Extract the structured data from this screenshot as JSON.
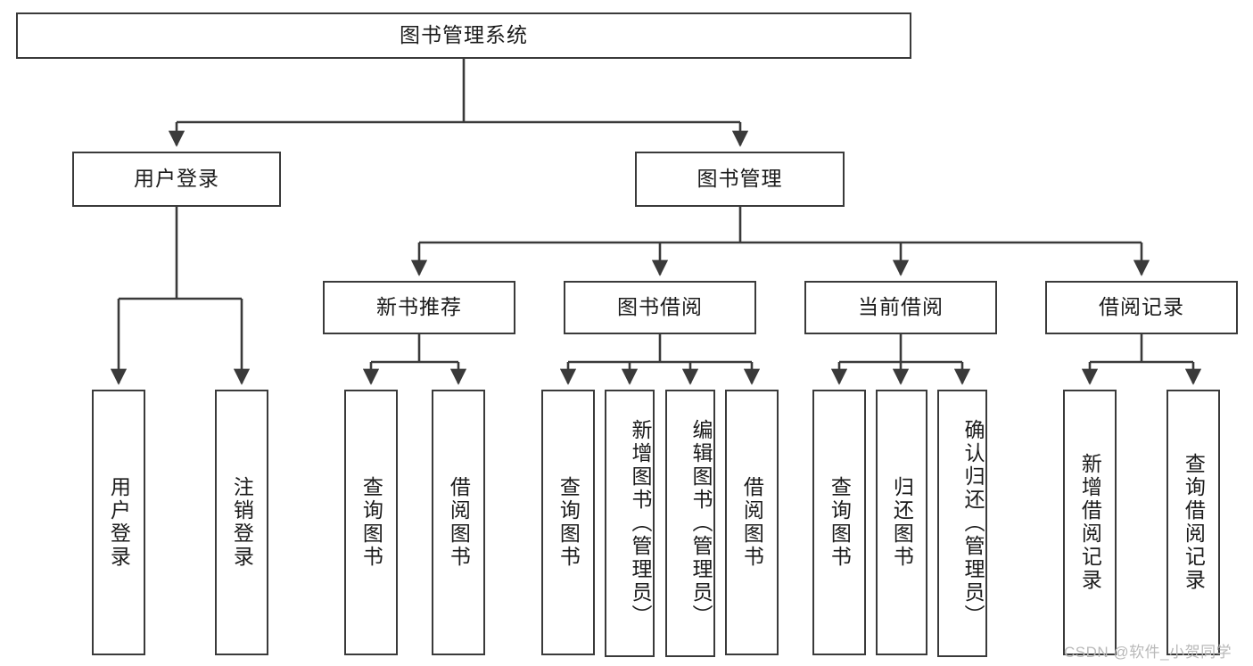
{
  "diagram": {
    "title": "图书管理系统",
    "type": "功能结构图",
    "style": {
      "box_border_color": "#3a3a3a",
      "box_fill": "#ffffff",
      "line_color": "#3a3a3a",
      "text_color": "#1b1b1b",
      "background": "#ffffff",
      "watermark_color": "#b9b9b9"
    },
    "levels": {
      "root": "图书管理系统",
      "level2": [
        "用户登录",
        "图书管理"
      ],
      "level3": [
        "新书推荐",
        "图书借阅",
        "当前借阅",
        "借阅记录"
      ],
      "leaves": [
        "用户登录",
        "注销登录",
        "查询图书",
        "借阅图书",
        "查询图书",
        "新增图书（管理员）",
        "编辑图书（管理员）",
        "借阅图书",
        "查询图书",
        "归还图书",
        "确认归还（管理员）",
        "新增借阅记录",
        "查询借阅记录"
      ]
    },
    "nodes": {
      "root": {
        "label": "图书管理系统"
      },
      "user_login": {
        "label": "用户登录"
      },
      "book_manage": {
        "label": "图书管理"
      },
      "new_book_rec": {
        "label": "新书推荐"
      },
      "book_borrow": {
        "label": "图书借阅"
      },
      "current_borrow": {
        "label": "当前借阅"
      },
      "borrow_record": {
        "label": "借阅记录"
      },
      "leaf_user_login": {
        "label": "用户登录"
      },
      "leaf_logout": {
        "label": "注销登录"
      },
      "leaf_query_book_1": {
        "label": "查询图书"
      },
      "leaf_borrow_book_1": {
        "label": "借阅图书"
      },
      "leaf_query_book_2": {
        "label": "查询图书"
      },
      "leaf_add_book_admin": {
        "label": "新增图书（管理员）"
      },
      "leaf_edit_book_admin": {
        "label": "编辑图书（管理员）"
      },
      "leaf_borrow_book_2": {
        "label": "借阅图书"
      },
      "leaf_query_book_3": {
        "label": "查询图书"
      },
      "leaf_return_book": {
        "label": "归还图书"
      },
      "leaf_confirm_return_admin": {
        "label": "确认归还（管理员）"
      },
      "leaf_add_borrow_record": {
        "label": "新增借阅记录"
      },
      "leaf_query_borrow_record": {
        "label": "查询借阅记录"
      }
    },
    "edges": [
      {
        "from": "root",
        "to": "user_login"
      },
      {
        "from": "root",
        "to": "book_manage"
      },
      {
        "from": "user_login",
        "to": "leaf_user_login"
      },
      {
        "from": "user_login",
        "to": "leaf_logout"
      },
      {
        "from": "book_manage",
        "to": "new_book_rec"
      },
      {
        "from": "book_manage",
        "to": "book_borrow"
      },
      {
        "from": "book_manage",
        "to": "current_borrow"
      },
      {
        "from": "book_manage",
        "to": "borrow_record"
      },
      {
        "from": "new_book_rec",
        "to": "leaf_query_book_1"
      },
      {
        "from": "new_book_rec",
        "to": "leaf_borrow_book_1"
      },
      {
        "from": "book_borrow",
        "to": "leaf_query_book_2"
      },
      {
        "from": "book_borrow",
        "to": "leaf_add_book_admin"
      },
      {
        "from": "book_borrow",
        "to": "leaf_edit_book_admin"
      },
      {
        "from": "book_borrow",
        "to": "leaf_borrow_book_2"
      },
      {
        "from": "current_borrow",
        "to": "leaf_query_book_3"
      },
      {
        "from": "current_borrow",
        "to": "leaf_return_book"
      },
      {
        "from": "current_borrow",
        "to": "leaf_confirm_return_admin"
      },
      {
        "from": "borrow_record",
        "to": "leaf_add_borrow_record"
      },
      {
        "from": "borrow_record",
        "to": "leaf_query_borrow_record"
      }
    ]
  },
  "watermark": {
    "text": "CSDN @软件_小贺同学"
  }
}
